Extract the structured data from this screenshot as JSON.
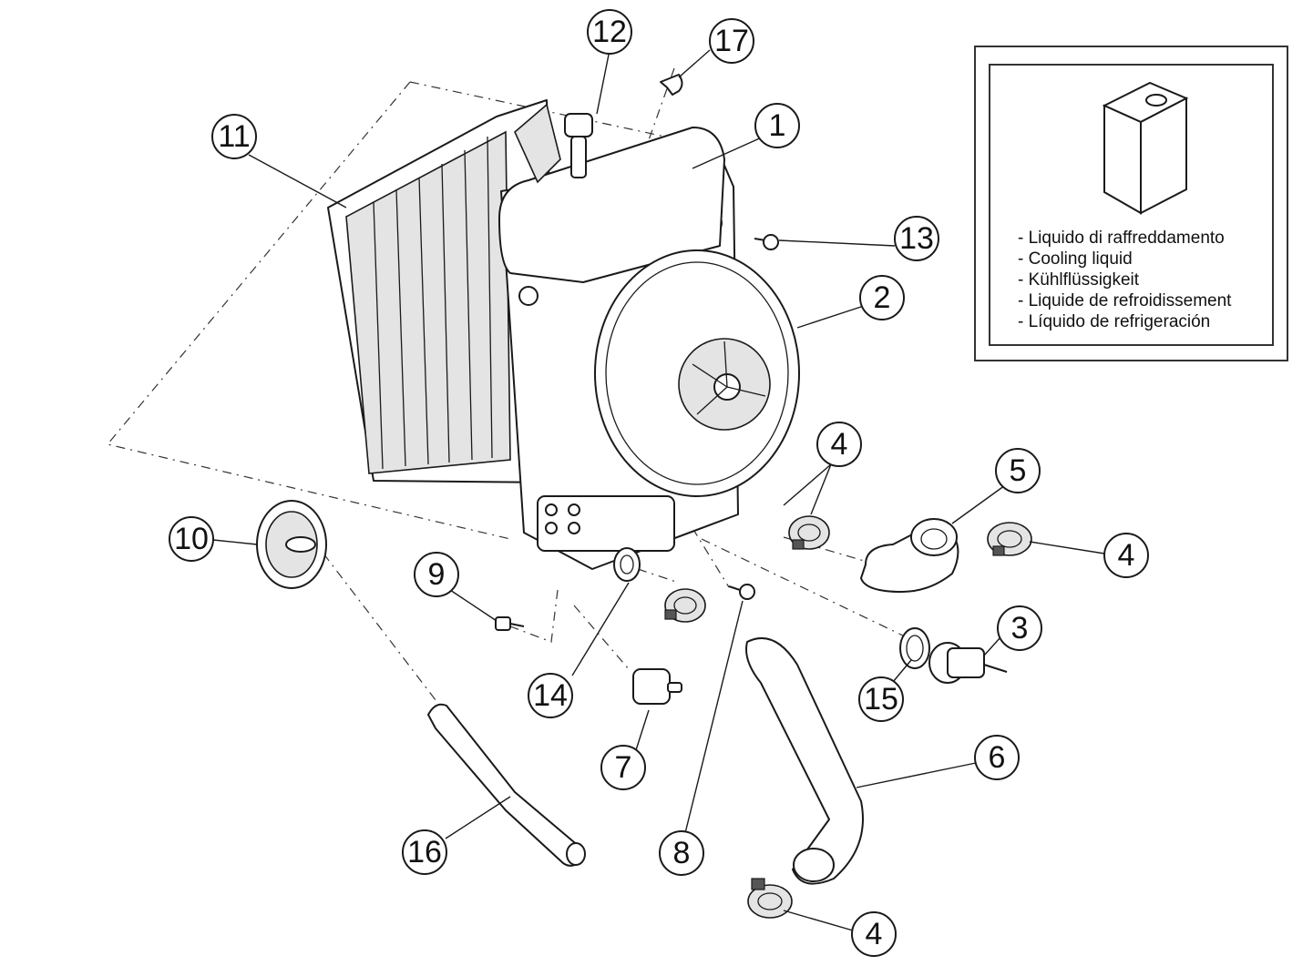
{
  "legend": {
    "icon": "cooling-liquid-container-icon",
    "items": [
      "- Liquido di raffreddamento",
      "- Cooling liquid",
      "- Kühlflüssigkeit",
      "- Liquide de refroidissement",
      "- Líquido de refrigeración"
    ]
  },
  "callouts": [
    "12",
    "17",
    "1",
    "11",
    "13",
    "2",
    "4",
    "5",
    "4",
    "10",
    "9",
    "3",
    "14",
    "15",
    "7",
    "6",
    "16",
    "8",
    "4"
  ],
  "colors": {
    "line": "#1a1a1a",
    "background": "#ffffff",
    "shading": "#e4e4e4"
  }
}
